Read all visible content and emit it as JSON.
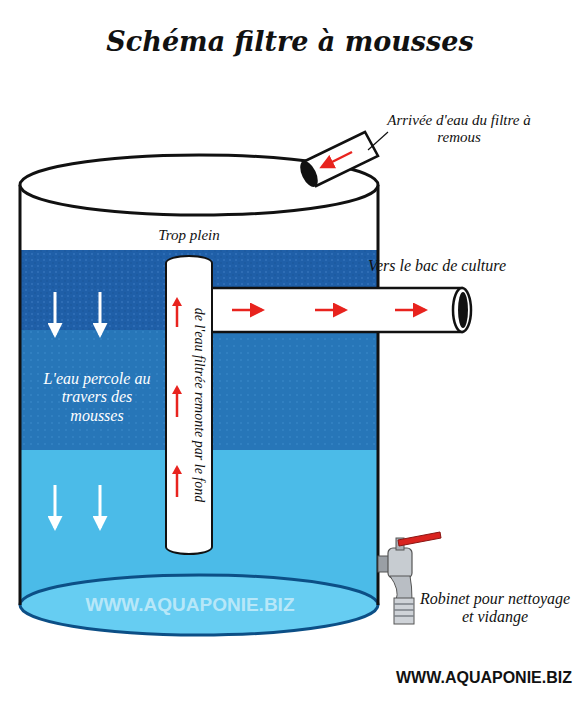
{
  "diagram": {
    "title": "Schéma filtre à mousses",
    "nodes": [
      {
        "text": [
          "L'eau percole au travers des mousses"
        ]
      },
      {
        "text": [
          "Trop plein",
          "de l'eau filtrée remonte par le fond"
        ],
        "in": 0
      }
    ],
    "labels": [
      "Arrivée d'eau du filtre à remous",
      "Vers le bac de culture",
      "Robinet pour nettoyage et vidange",
      "WWW.AQUAPONIE.BIZ",
      "WWW.AQUAPONIE.BIZ"
    ]
  }
}
